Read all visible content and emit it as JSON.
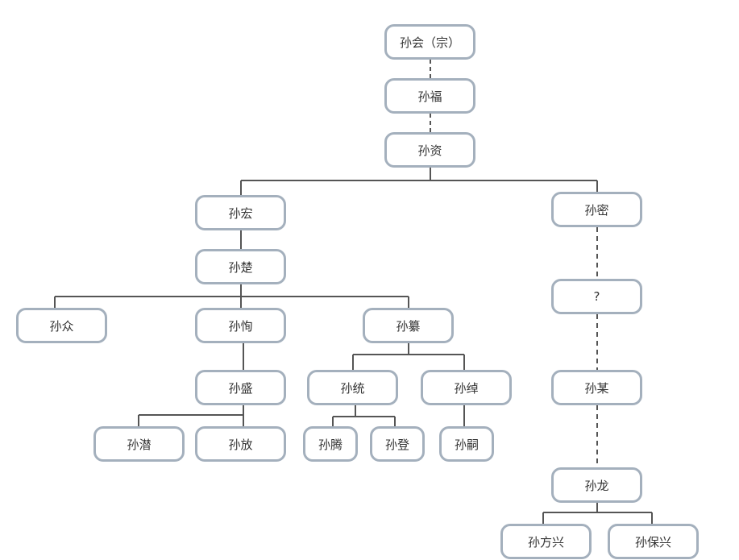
{
  "tree": {
    "root_line": [
      "孙会（宗）",
      "孙福",
      "孙资"
    ],
    "hong_branch": {
      "hong": "孙宏",
      "chu": "孙楚",
      "children": [
        "孙众",
        "孙恂",
        "孙纂"
      ],
      "sheng": "孙盛",
      "sheng_children": [
        "孙潜",
        "孙放"
      ],
      "mu_children": [
        "孙统",
        "孙绰"
      ],
      "tong_children": [
        "孙腾",
        "孙登"
      ],
      "chuo_child": "孙嗣"
    },
    "mi_branch": {
      "mi": "孙密",
      "unknown": "?",
      "mou": "孙某",
      "long": "孙龙",
      "long_children": [
        "孙方兴",
        "孙保兴"
      ]
    }
  }
}
